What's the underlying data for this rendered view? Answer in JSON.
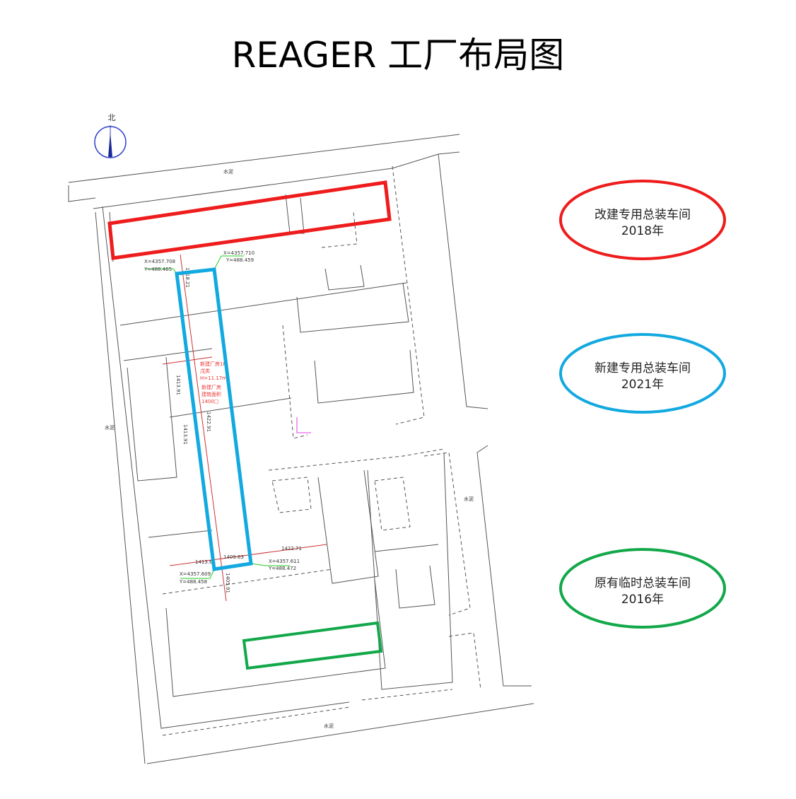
{
  "title": "REAGER 工厂布局图",
  "compass": {
    "label": "北"
  },
  "plan": {
    "road_labels": [
      "水泥",
      "水泥",
      "水泥",
      "水泥"
    ],
    "coords": [
      "X=4357.708",
      "Y=488.465",
      "X=4357.710",
      "Y=488.459",
      "X=4357.609",
      "Y=488.458",
      "X=4357.611",
      "Y=488.472"
    ],
    "dims": [
      "1418.21",
      "1413.91",
      "1422.91",
      "1413.91",
      "1413.61",
      "1409.63",
      "1422.71",
      "1405.91"
    ],
    "building_note": [
      "新建厂房1F",
      "戊类",
      "H=11.17m",
      "新建厂房",
      "建筑面积",
      "1400□"
    ]
  },
  "legend": [
    {
      "name": "改建专用总装车间",
      "year": "2018年",
      "color": "#ee1c1c"
    },
    {
      "name": "新建专用总装车间",
      "year": "2021年",
      "color": "#12a9e0"
    },
    {
      "name": "原有临时总装车间",
      "year": "2016年",
      "color": "#12a84a"
    }
  ]
}
